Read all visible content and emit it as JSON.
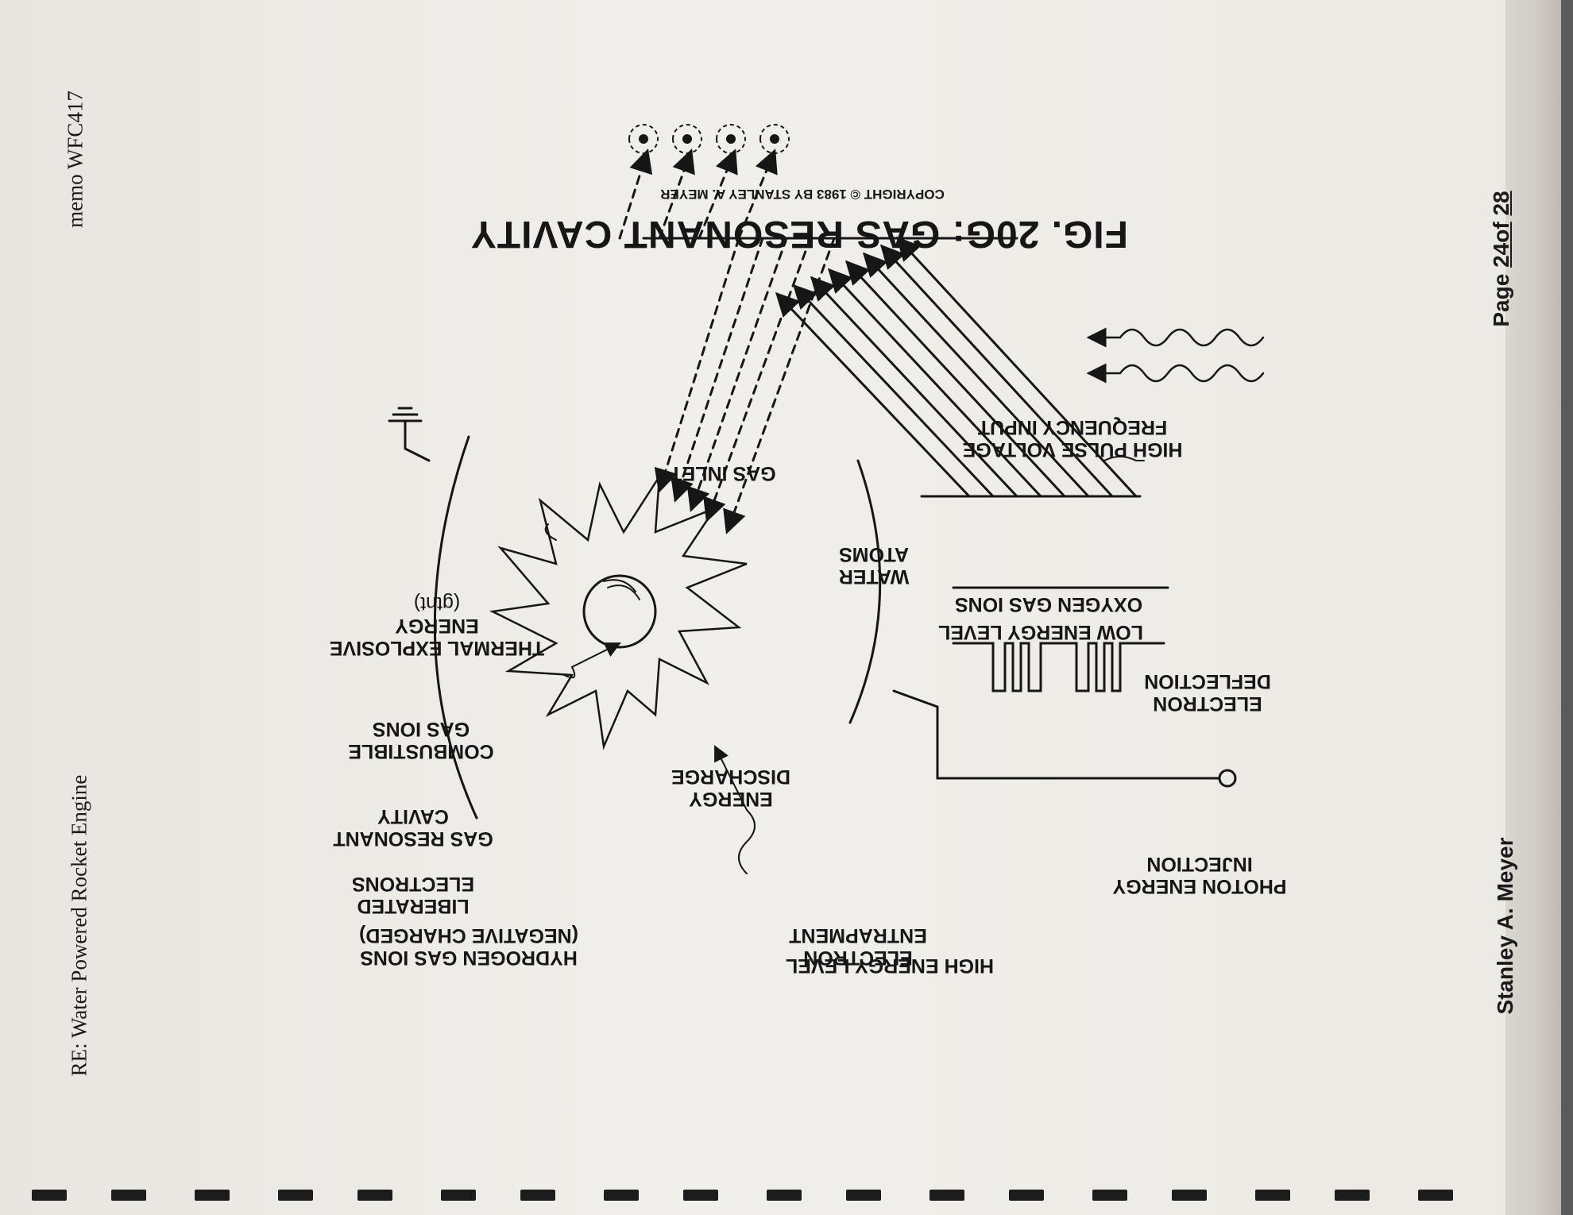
{
  "header": {
    "doc_title": "RE: Water Powered Rocket Engine",
    "memo_id": "memo WFC417"
  },
  "footer": {
    "author": "Stanley A. Meyer",
    "page_word": "Page",
    "page_number": "24",
    "page_of": "of",
    "page_total": "28"
  },
  "figure": {
    "title": "FIG. 20G: GAS RESONANT CAVITY",
    "copyright": "COPYRIGHT © 1983 BY STANLEY A. MEYER",
    "labels": {
      "gas_inlet": "GAS INLET",
      "thermal_1": "THERMAL EXPLOSIVE",
      "thermal_2": "ENERGY",
      "thermal_3": "(gtnt)",
      "combustible_1": "COMBUSTIBLE",
      "combustible_2": "GAS IONS",
      "cavity_1": "GAS RESONANT",
      "cavity_2": "CAVITY",
      "liberated_1": "LIBERATED",
      "liberated_2": "ELECTRONS",
      "hydrogen_1": "HYDROGEN GAS IONS",
      "hydrogen_2": "(NEGATIVE CHARGED)",
      "entrapment_1": "ELECTRON",
      "entrapment_2": "ENTRAPMENT",
      "discharge_1": "ENERGY",
      "discharge_2": "DISCHARGE",
      "high_energy": "HIGH ENERGY LEVEL",
      "photon_1": "PHOTON ENERGY",
      "photon_2": "INJECTION",
      "deflection_1": "ELECTRON",
      "deflection_2": "DEFLECTION",
      "low_energy": "LOW ENERGY LEVEL",
      "oxygen": "OXYGEN GAS IONS",
      "water_1": "WATER",
      "water_2": "ATOMS",
      "pulse_1": "HIGH PULSE VOLTAGE",
      "pulse_2": "FREQUENCY INPUT"
    }
  },
  "colors": {
    "ink": "#161616",
    "paper": "#efece7",
    "binding": "#1c1c1c"
  }
}
